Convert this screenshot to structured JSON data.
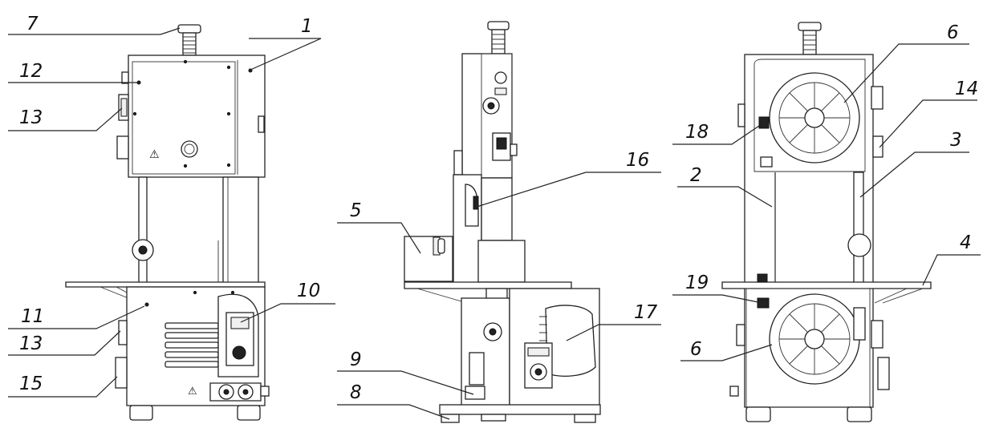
{
  "callouts": {
    "c7": "7",
    "c1": "1",
    "c12": "12",
    "c13a": "13",
    "c11": "11",
    "c10": "10",
    "c13b": "13",
    "c15": "15",
    "c5": "5",
    "c16": "16",
    "c9": "9",
    "c8": "8",
    "c17": "17",
    "c6a": "6",
    "c14": "14",
    "c18": "18",
    "c3": "3",
    "c2": "2",
    "c4": "4",
    "c19": "19",
    "c6b": "6"
  },
  "warning_symbol": "⚠"
}
